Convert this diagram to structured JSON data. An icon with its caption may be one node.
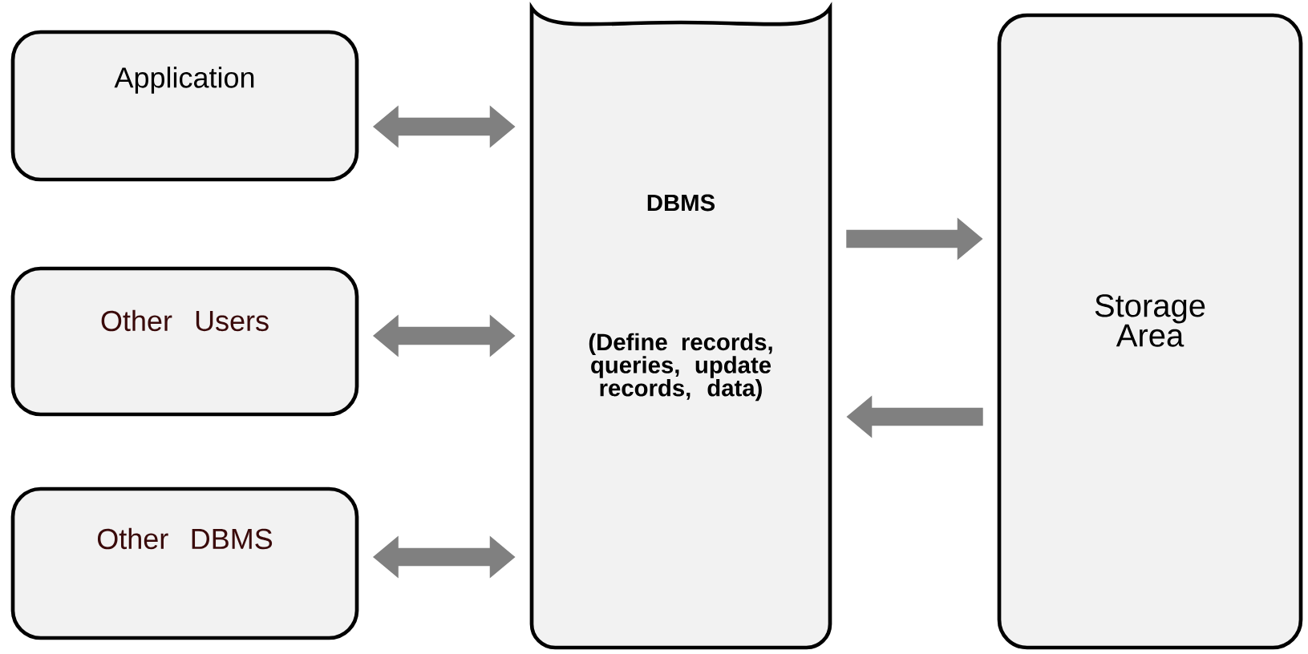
{
  "diagram": {
    "nodes": [
      {
        "text": [
          "Application"
        ]
      },
      {
        "text": [
          "Other Users"
        ]
      },
      {
        "text": [
          "Other DBMS"
        ]
      },
      {
        "text": [
          "DBMS",
          "(Define records, queries, update records, data)"
        ]
      },
      {
        "text": [
          "Storage Area"
        ]
      }
    ],
    "edges": [
      {
        "from": 0,
        "to": 3,
        "arrow": "both"
      },
      {
        "from": 1,
        "to": 3,
        "arrow": "both"
      },
      {
        "from": 2,
        "to": 3,
        "arrow": "both"
      },
      {
        "from": 3,
        "to": 4,
        "arrow": "to"
      },
      {
        "from": 4,
        "to": 3,
        "arrow": "to"
      }
    ]
  }
}
